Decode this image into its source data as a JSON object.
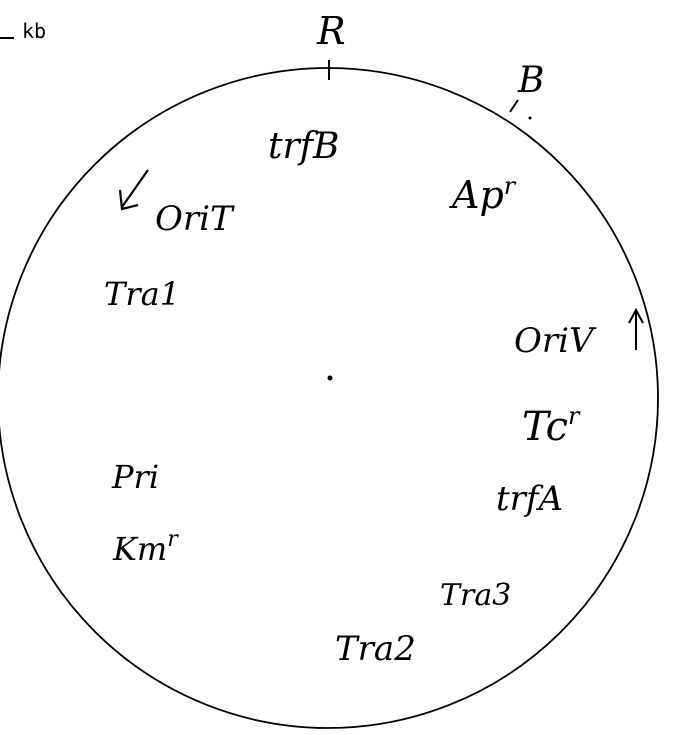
{
  "scale_label": "kb",
  "sites": {
    "top": "R",
    "upper_right": "B"
  },
  "genes": {
    "trfB": "trfB",
    "apr": "Ap",
    "apr_sup": "r",
    "orit": "OriT",
    "tra1": "Tra1",
    "oriv": "OriV",
    "tcr": "Tc",
    "tcr_sup": "r",
    "pri": "Pri",
    "trfA": "trfA",
    "kmr": "Km",
    "kmr_sup": "r",
    "tra3": "Tra3",
    "tra2": "Tra2"
  },
  "colors": {
    "ink": "#000000",
    "background": "#ffffff"
  }
}
